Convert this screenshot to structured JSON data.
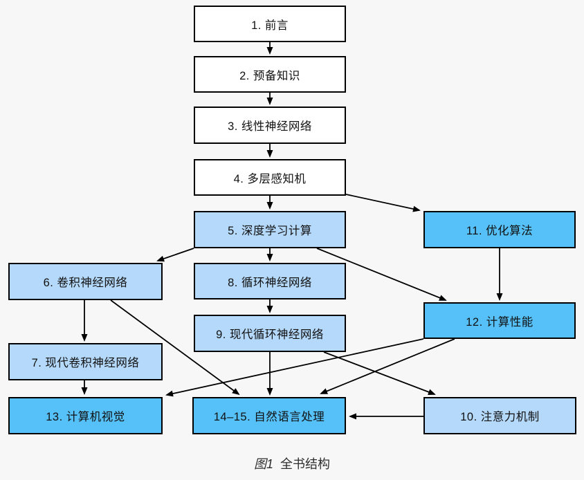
{
  "figure": {
    "caption": {
      "label": "图1",
      "title": "全书结构"
    }
  },
  "colors": {
    "background": "#f7f7f7",
    "box_white": "#ffffff",
    "box_light_blue": "#b5d9fa",
    "box_bright_blue": "#55c1f8",
    "border_and_arrows": "#000000",
    "text": "#111111"
  },
  "diagram": {
    "nodes": [
      {
        "id": "1",
        "label": "1. 前言",
        "style": "white"
      },
      {
        "id": "2",
        "label": "2. 预备知识",
        "style": "white"
      },
      {
        "id": "3",
        "label": "3. 线性神经网络",
        "style": "white"
      },
      {
        "id": "4",
        "label": "4. 多层感知机",
        "style": "white"
      },
      {
        "id": "5",
        "label": "5. 深度学习计算",
        "style": "light"
      },
      {
        "id": "11",
        "label": "11. 优化算法",
        "style": "bright"
      },
      {
        "id": "6",
        "label": "6. 卷积神经网络",
        "style": "light"
      },
      {
        "id": "8",
        "label": "8. 循环神经网络",
        "style": "light"
      },
      {
        "id": "12",
        "label": "12. 计算性能",
        "style": "bright"
      },
      {
        "id": "9",
        "label": "9. 现代循环神经网络",
        "style": "light"
      },
      {
        "id": "7",
        "label": "7. 现代卷积神经网络",
        "style": "light"
      },
      {
        "id": "13",
        "label": "13. 计算机视觉",
        "style": "bright"
      },
      {
        "id": "14-15",
        "label": "14–15. 自然语言处理",
        "style": "bright"
      },
      {
        "id": "10",
        "label": "10. 注意力机制",
        "style": "light"
      }
    ],
    "edges": [
      {
        "from": "1",
        "to": "2"
      },
      {
        "from": "2",
        "to": "3"
      },
      {
        "from": "3",
        "to": "4"
      },
      {
        "from": "4",
        "to": "5"
      },
      {
        "from": "4",
        "to": "11"
      },
      {
        "from": "5",
        "to": "6"
      },
      {
        "from": "5",
        "to": "8"
      },
      {
        "from": "5",
        "to": "12"
      },
      {
        "from": "11",
        "to": "12"
      },
      {
        "from": "6",
        "to": "7"
      },
      {
        "from": "6",
        "to": "14-15"
      },
      {
        "from": "8",
        "to": "9"
      },
      {
        "from": "9",
        "to": "14-15"
      },
      {
        "from": "9",
        "to": "10"
      },
      {
        "from": "7",
        "to": "13"
      },
      {
        "from": "12",
        "to": "13"
      },
      {
        "from": "12",
        "to": "14-15"
      },
      {
        "from": "10",
        "to": "14-15"
      }
    ]
  }
}
